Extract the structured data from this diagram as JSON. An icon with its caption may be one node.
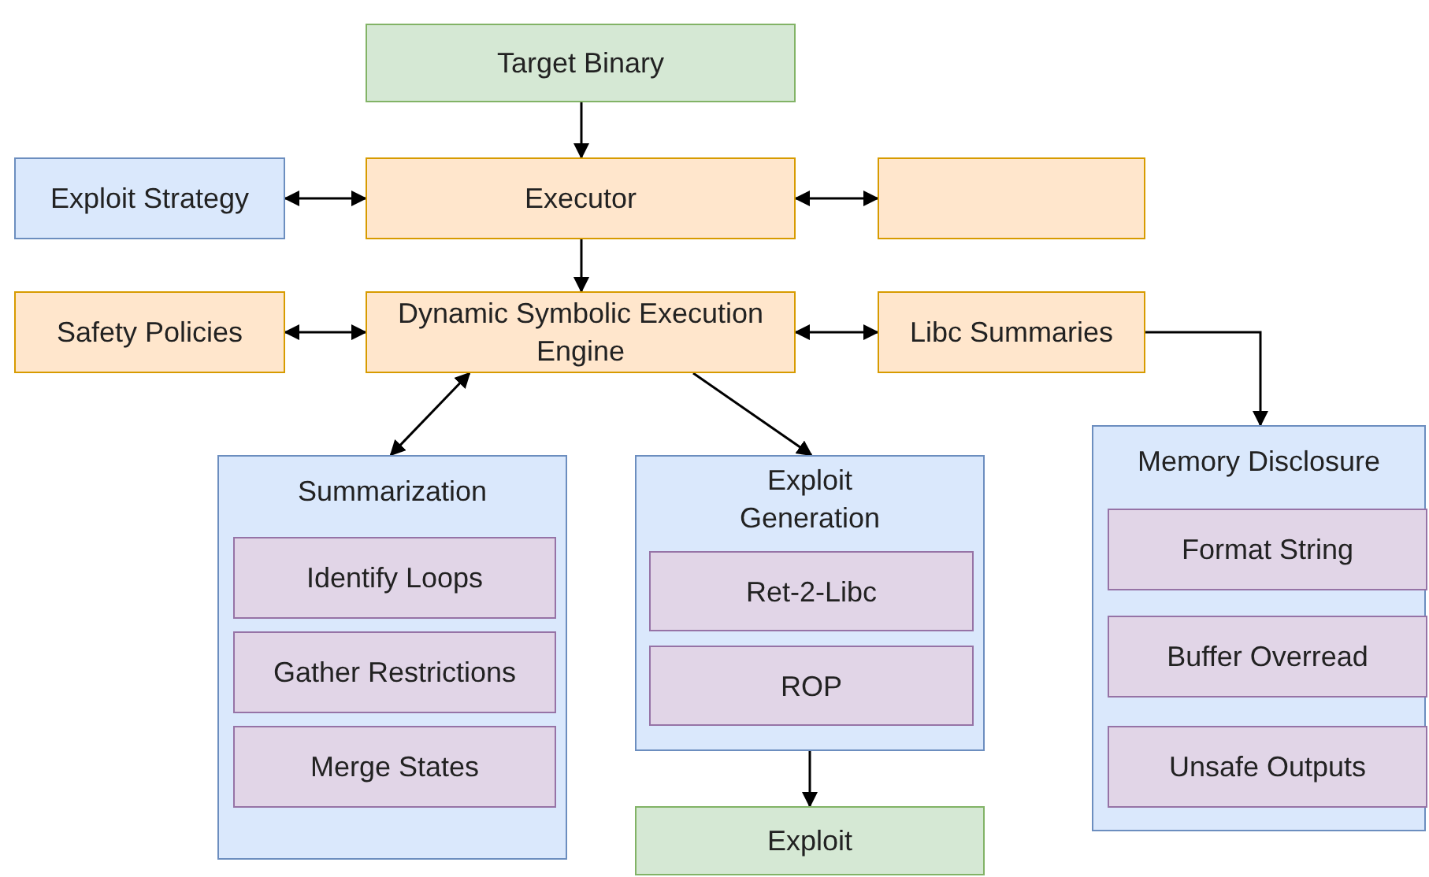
{
  "diagram": {
    "nodes": [
      {
        "text": [
          "Target Binary"
        ]
      },
      {
        "text": [
          "Exploit Strategy"
        ]
      },
      {
        "text": [
          "Executor"
        ]
      },
      {
        "text": [],
        "shape": "box"
      },
      {
        "text": [
          "Safety Policies"
        ]
      },
      {
        "text": [
          "Dynamic Symbolic Execution Engine"
        ]
      },
      {
        "text": [
          "Libc Summaries"
        ]
      },
      {
        "text": [
          "Summarization"
        ]
      },
      {
        "text": [
          "Identify Loops"
        ],
        "in": 7
      },
      {
        "text": [
          "Gather Restrictions"
        ],
        "in": 7
      },
      {
        "text": [
          "Merge States"
        ],
        "in": 7
      },
      {
        "text": [
          "Exploit Generation"
        ]
      },
      {
        "text": [
          "Ret-2-Libc"
        ],
        "in": 11
      },
      {
        "text": [
          "ROP"
        ],
        "in": 11
      },
      {
        "text": [
          "Memory Disclosure"
        ]
      },
      {
        "text": [
          "Format String"
        ],
        "in": 14
      },
      {
        "text": [
          "Buffer Overread"
        ],
        "in": 14
      },
      {
        "text": [
          "Unsafe Outputs"
        ],
        "in": 14
      },
      {
        "text": [
          "Exploit"
        ]
      }
    ],
    "edges": [
      {
        "from": 0,
        "to": 2,
        "arrow": "to"
      },
      {
        "from": 1,
        "to": 2,
        "arrow": "both"
      },
      {
        "from": 2,
        "to": 3,
        "arrow": "both"
      },
      {
        "from": 2,
        "to": 5,
        "arrow": "to"
      },
      {
        "from": 4,
        "to": 5,
        "arrow": "both"
      },
      {
        "from": 5,
        "to": 6,
        "arrow": "both"
      },
      {
        "from": 5,
        "to": 7,
        "arrow": "both"
      },
      {
        "from": 5,
        "to": 11,
        "arrow": "to"
      },
      {
        "from": 6,
        "to": 14,
        "arrow": "to"
      },
      {
        "from": 11,
        "to": 18,
        "arrow": "to"
      }
    ]
  }
}
